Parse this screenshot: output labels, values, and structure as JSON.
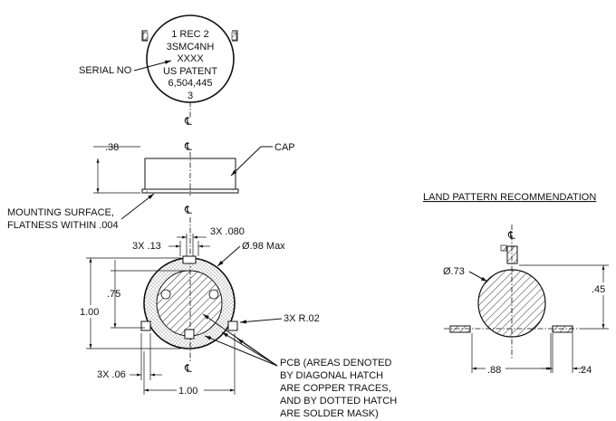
{
  "top_view": {
    "line1": "1  REC  2",
    "line2": "3SMC4NH",
    "line3": "XXXX",
    "line4": "US  PATENT",
    "line5": "6,504,445",
    "line6": "3",
    "serial_label": "SERIAL NO"
  },
  "centerline_symbol": "℄",
  "side_view": {
    "height_dim": ".38",
    "cap_label": "CAP",
    "mounting_line1": "MOUNTING SURFACE,",
    "mounting_line2": "FLATNESS WITHIN .004"
  },
  "bottom_view": {
    "dim_080": "3X .080",
    "dim_13": "3X .13",
    "dia_098": "Ø.98 Max",
    "dim_75": ".75",
    "dim_100v": "1.00",
    "dim_r02": "3X R.02",
    "dim_06": "3X .06",
    "dim_100h": "1.00",
    "pcb_note": [
      "PCB (AREAS DENOTED",
      "BY DIAGONAL HATCH",
      "ARE COPPER TRACES,",
      "AND BY DOTTED HATCH",
      "ARE SOLDER MASK)"
    ]
  },
  "land_pattern": {
    "title": "LAND PATTERN RECOMMENDATION",
    "dia_73": "Ø.73",
    "dim_45": ".45",
    "dim_88": ".88",
    "dim_24": ".24"
  }
}
